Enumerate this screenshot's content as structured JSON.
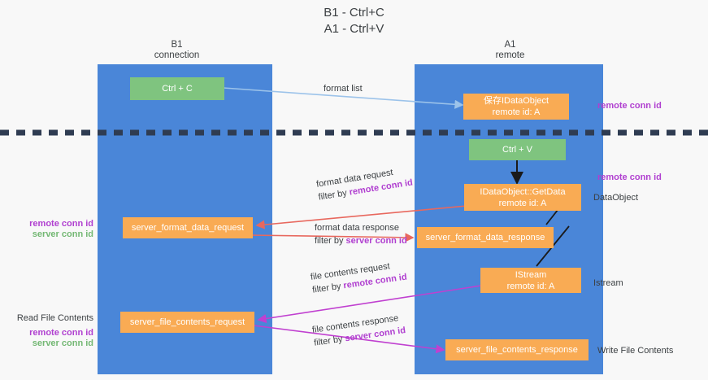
{
  "title": "B1 - Ctrl+C\nA1 - Ctrl+V",
  "columns": [
    {
      "name": "b1",
      "heading": "B1\nconnection"
    },
    {
      "name": "a1",
      "heading": "A1\nremote"
    }
  ],
  "nodes": [
    {
      "id": "ctrl-c",
      "label": "Ctrl + C",
      "color": "green"
    },
    {
      "id": "save-idataobject",
      "label": "保存IDataObject\nremote id: A",
      "color": "orange"
    },
    {
      "id": "ctrl-v",
      "label": "Ctrl + V",
      "color": "green"
    },
    {
      "id": "idataobject-getdata",
      "label": "IDataObject::GetData\nremote id: A",
      "color": "orange"
    },
    {
      "id": "server-format-data-request",
      "label": "server_format_data_request",
      "color": "orange"
    },
    {
      "id": "server-format-data-response",
      "label": "server_format_data_response",
      "color": "orange"
    },
    {
      "id": "istream",
      "label": "IStream\nremote id: A",
      "color": "orange"
    },
    {
      "id": "server-file-contents-request",
      "label": "server_file_contents_request",
      "color": "orange"
    },
    {
      "id": "server-file-contents-response",
      "label": "server_file_contents_response",
      "color": "orange"
    }
  ],
  "edges": [
    {
      "id": "format-list",
      "line1": "format list",
      "line2": "",
      "filter_key": "",
      "color": "#9cc3ea"
    },
    {
      "id": "format-data-request",
      "line1": "format data request",
      "line2": "filter by ",
      "filter_key": "remote conn id",
      "color": "#e8685e"
    },
    {
      "id": "format-data-response",
      "line1": "format data response",
      "line2": "filter by ",
      "filter_key": "server conn id",
      "color": "#e8685e"
    },
    {
      "id": "file-contents-request",
      "line1": "file contents request",
      "line2": "filter by ",
      "filter_key": "remote conn id",
      "color": "#c040d0"
    },
    {
      "id": "file-contents-response",
      "line1": "file contents response",
      "line2": "filter by ",
      "filter_key": "server conn id",
      "color": "#c040d0"
    }
  ],
  "notes": {
    "right_remote_conn_id_top": "remote conn id",
    "right_remote_conn_id_mid": "remote conn id",
    "right_dataobject": "DataObject",
    "right_istream": "Istream",
    "right_write_file_contents": "Write File Contents",
    "left_remote_conn_id": "remote conn id",
    "left_server_conn_id": "server conn id",
    "left_read_file_contents": "Read File Contents",
    "left_remote_conn_id_2": "remote conn id",
    "left_server_conn_id_2": "server conn id"
  },
  "colors": {
    "lane": "#4a86d8",
    "node_orange": "#f9ab54",
    "node_green": "#7fc47f",
    "accent_purple": "#b03fd0",
    "accent_green": "#74b874",
    "divider": "#2f3c52",
    "background": "#f8f8f8"
  }
}
